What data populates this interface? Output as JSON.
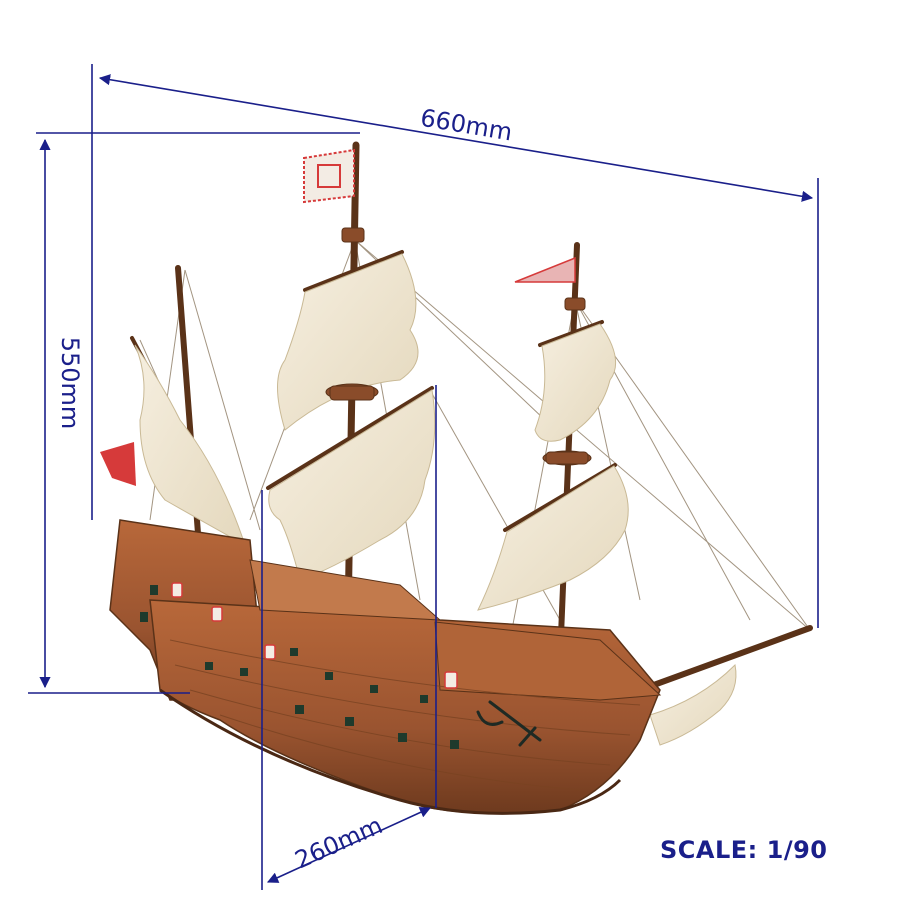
{
  "dimensions": {
    "length": "660mm",
    "height": "550mm",
    "beam": "260mm"
  },
  "scale": "SCALE: 1/90",
  "colors": {
    "dimension": "#1a1f8a",
    "hull": "#a55a32",
    "hull_dark": "#6e3a1e",
    "sail": "#efe6d2",
    "flag": "#d63a3a"
  }
}
